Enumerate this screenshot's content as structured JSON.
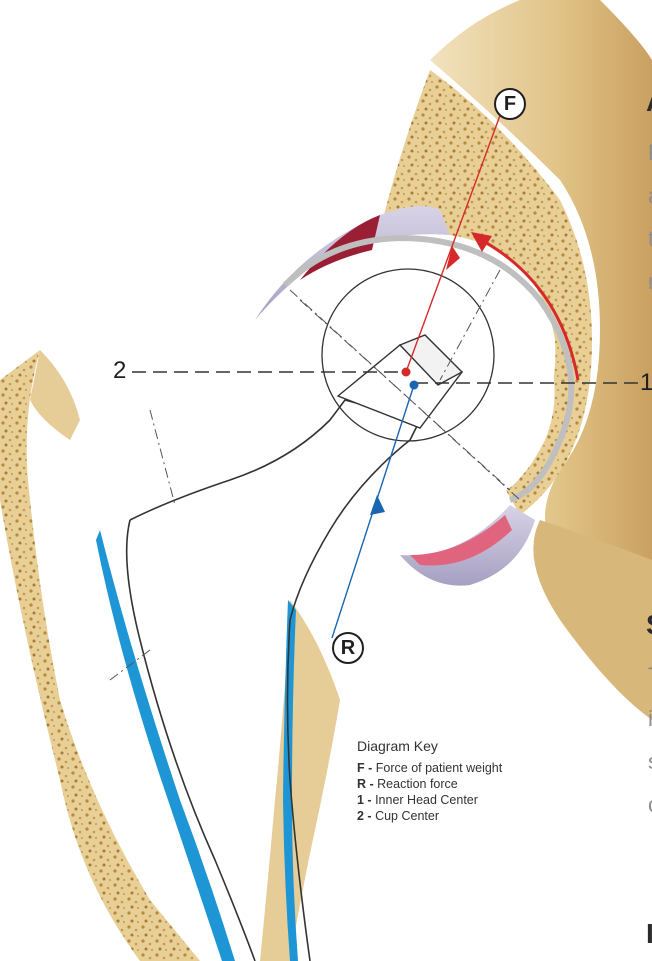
{
  "diagram": {
    "label_F": "F",
    "label_R": "R",
    "label_1": "1",
    "label_2": "2"
  },
  "key": {
    "title": "Diagram Key",
    "items": [
      {
        "sym": "F -",
        "text": "Force of patient weight"
      },
      {
        "sym": "R -",
        "text": "Reaction force"
      },
      {
        "sym": "1 -",
        "text": "Inner Head Center"
      },
      {
        "sym": "2 -",
        "text": "Cup Center"
      }
    ]
  },
  "side": {
    "heading_top": "A",
    "heading_mid": "S",
    "heading_bottom": "I",
    "para1_letters": [
      "F",
      "a",
      "t",
      "r"
    ],
    "para2_letters": [
      "T",
      "i",
      "s",
      "c"
    ]
  },
  "colors": {
    "force_red": "#d62a2a",
    "reaction_blue": "#1a66b3",
    "bone": "#e7d2a2",
    "cortex_blue": "#1e96d6",
    "cartilage_red": "#b01c3a"
  }
}
